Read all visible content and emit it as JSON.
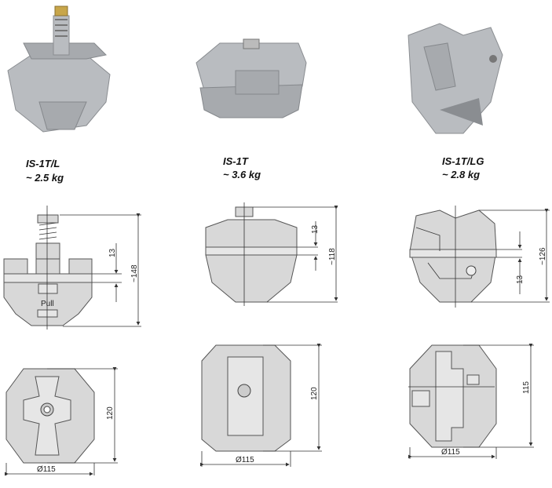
{
  "products": [
    {
      "name": "IS-1T/L",
      "weight": "~ 2.5 kg",
      "side_view": {
        "dim_gap": "13",
        "dim_height": "~148",
        "marking": "Pull"
      },
      "top_view": {
        "dim_depth": "120",
        "dim_diameter": "Ø115"
      }
    },
    {
      "name": "IS-1T",
      "weight": "~ 3.6 kg",
      "side_view": {
        "dim_gap": "13",
        "dim_height": "~118"
      },
      "top_view": {
        "dim_depth": "120",
        "dim_diameter": "Ø115"
      }
    },
    {
      "name": "IS-1T/LG",
      "weight": "~ 2.8 kg",
      "side_view": {
        "dim_gap": "13",
        "dim_height": "~126"
      },
      "top_view": {
        "dim_depth": "115",
        "dim_diameter": "Ø115"
      }
    }
  ]
}
